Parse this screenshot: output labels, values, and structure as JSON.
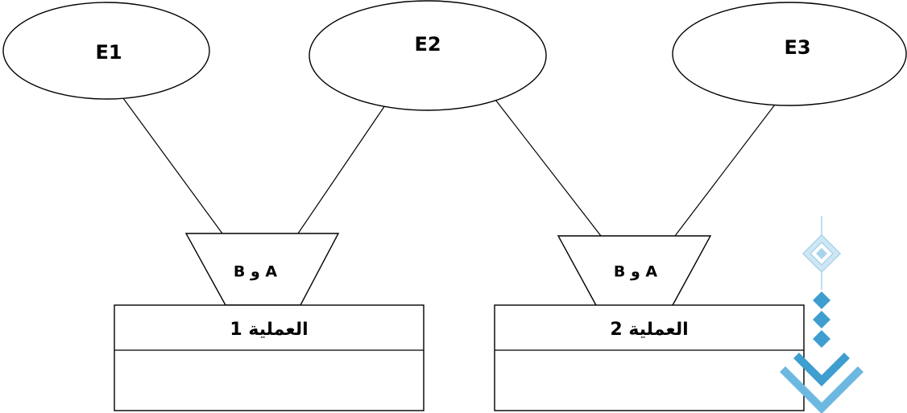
{
  "events": [
    {
      "label": "E1"
    },
    {
      "label": "E2"
    },
    {
      "label": "E3"
    }
  ],
  "conditions": [
    {
      "label": "B و A"
    },
    {
      "label": "B و A"
    }
  ],
  "operations": [
    {
      "label": "العملية 1"
    },
    {
      "label": "العملية 2"
    }
  ],
  "colors": {
    "stroke": "#000000",
    "watermark_light": "#a9d3ea",
    "watermark_dark": "#3f9ed0"
  },
  "watermark": {
    "icon": "diamond-logo-icon"
  }
}
